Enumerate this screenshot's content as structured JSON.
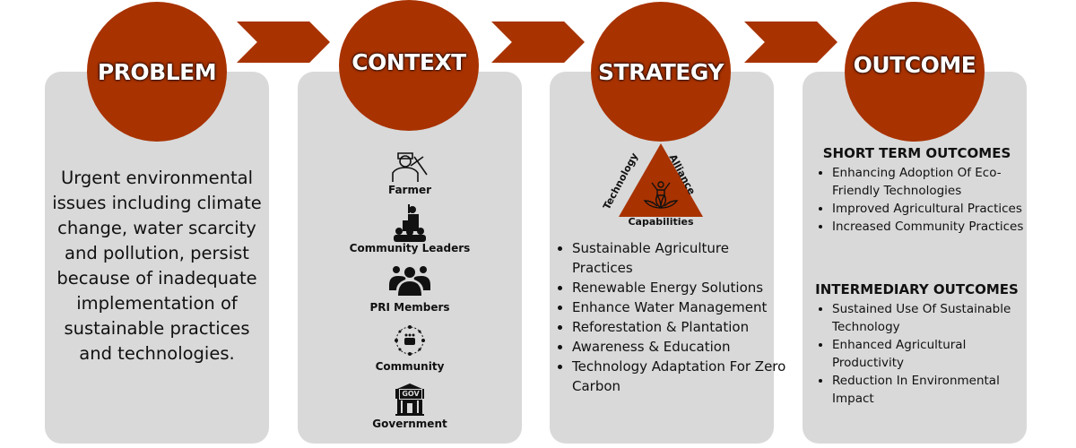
{
  "stages": [
    "PROBLEM",
    "CONTEXT",
    "STRATEGY",
    "OUTCOME"
  ],
  "problem": {
    "text": "Urgent environmental issues including climate change, water scarcity and pollution, persist because of inadequate implementation of sustainable practices and technologies."
  },
  "context": {
    "items": [
      {
        "label": "Farmer",
        "icon": "farmer-icon"
      },
      {
        "label": "Community Leaders",
        "icon": "leader-podium-icon"
      },
      {
        "label": "PRI Members",
        "icon": "group-icon"
      },
      {
        "label": "Community",
        "icon": "community-network-icon"
      },
      {
        "label": "Government",
        "icon": "government-building-icon",
        "badge": "GOV"
      }
    ]
  },
  "strategy": {
    "triangle": {
      "left": "Technology",
      "right": "Alliance",
      "bottom": "Capabilities"
    },
    "items": [
      "Sustainable Agriculture Practices",
      "Renewable Energy Solutions",
      "Enhance Water Management",
      "Reforestation & Plantation",
      "Awareness & Education",
      "Technology Adaptation For Zero Carbon"
    ]
  },
  "outcome": {
    "short": {
      "title": "SHORT TERM OUTCOMES",
      "items": [
        "Enhancing Adoption Of Eco-Friendly Technologies",
        "Improved Agricultural Practices",
        "Increased Community Practices"
      ]
    },
    "intermediary": {
      "title": "INTERMEDIARY OUTCOMES",
      "items": [
        "Sustained Use Of Sustainable Technology",
        "Enhanced Agricultural Productivity",
        "Reduction In Environmental Impact"
      ]
    }
  },
  "colors": {
    "accent": "#a83200",
    "panel": "#d9d9d9"
  }
}
